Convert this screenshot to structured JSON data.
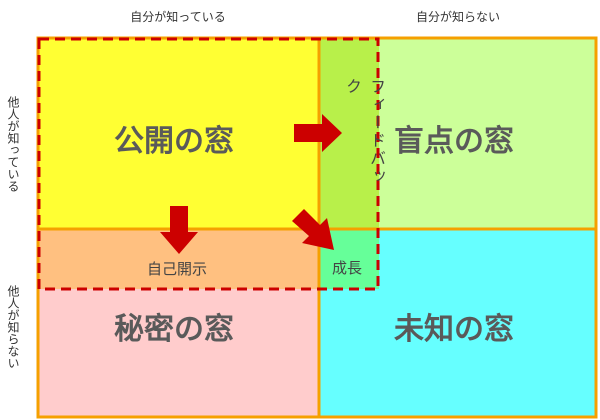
{
  "axes": {
    "top_left": "自分が知っている",
    "top_right": "自分が知らない",
    "left_top": "他人が知っている",
    "left_bottom": "他人が知らない"
  },
  "quadrants": {
    "open": {
      "label": "公開の窓",
      "color": "#ffff33"
    },
    "blind": {
      "label": "盲点の窓",
      "color": "#ccff99"
    },
    "hidden": {
      "label": "秘密の窓",
      "color": "#ffcccc"
    },
    "unknown": {
      "label": "未知の窓",
      "color": "#66ffff"
    }
  },
  "bands": {
    "feedback": {
      "label": "フィードバック",
      "color": "#b8f04a"
    },
    "self_disclosure": {
      "label": "自己開示",
      "color": "#ffc080"
    },
    "growth": {
      "label": "成長",
      "color": "#66ff99"
    }
  },
  "colors": {
    "border": "#f5a000",
    "dashed": "#cc0000",
    "arrow": "#cc0000"
  }
}
